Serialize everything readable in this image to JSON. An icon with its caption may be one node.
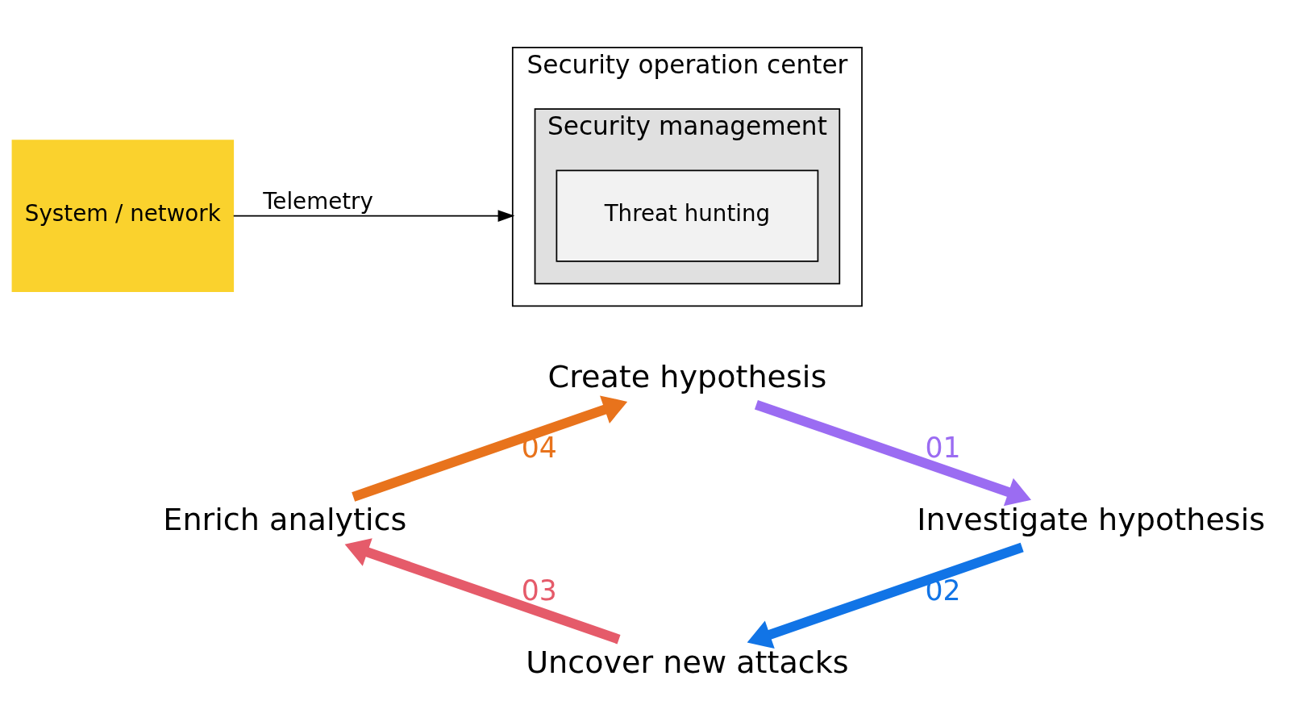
{
  "diagram": {
    "nodes": [
      {
        "text": [
          "System / network"
        ]
      },
      {
        "text": [
          "Security operation center"
        ]
      },
      {
        "text": [
          "Security management"
        ],
        "in": 1
      },
      {
        "text": [
          "Threat hunting"
        ],
        "in": 2
      },
      {
        "text": [
          "Create hypothesis"
        ]
      },
      {
        "text": [
          "Enrich analytics"
        ]
      },
      {
        "text": [
          "Investigate hypothesis"
        ]
      },
      {
        "text": [
          "Uncover new attacks"
        ]
      }
    ],
    "edges": [
      {
        "from": 0,
        "to": 1,
        "arrow": "to",
        "label": "Telemetry"
      },
      {
        "from": 4,
        "to": 6,
        "arrow": "to",
        "label": "01",
        "color": "#9b6cf2"
      },
      {
        "from": 6,
        "to": 7,
        "arrow": "to",
        "label": "02",
        "color": "#1174e6"
      },
      {
        "from": 7,
        "to": 5,
        "arrow": "to",
        "label": "03",
        "color": "#e55b6a"
      },
      {
        "from": 5,
        "to": 4,
        "arrow": "to",
        "label": "04",
        "color": "#e8731c"
      }
    ]
  }
}
